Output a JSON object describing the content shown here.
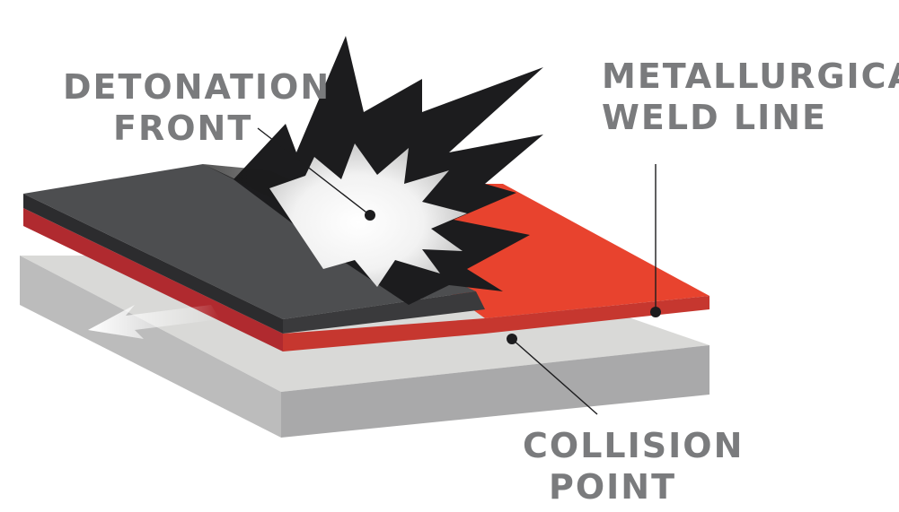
{
  "labels": {
    "detonation_front": [
      "DETONATION",
      "FRONT"
    ],
    "weld_line": [
      "METALLURGICAL",
      "WELD LINE"
    ],
    "collision_point": [
      "COLLISION",
      "POINT"
    ]
  },
  "colors": {
    "base_plate_top": "#d9d9d7",
    "base_plate_side": "#a9a9aa",
    "base_plate_front": "#bcbcbc",
    "cladding_red": "#e8432e",
    "cladding_red_dark": "#b02a2f",
    "flyer_plate_top": "#4d4e50",
    "flyer_plate_edge": "#2c2c2e",
    "explosion_dark": "#1c1c1e",
    "explosion_light": "#ffffff",
    "label_text": "#7a7b7d"
  }
}
